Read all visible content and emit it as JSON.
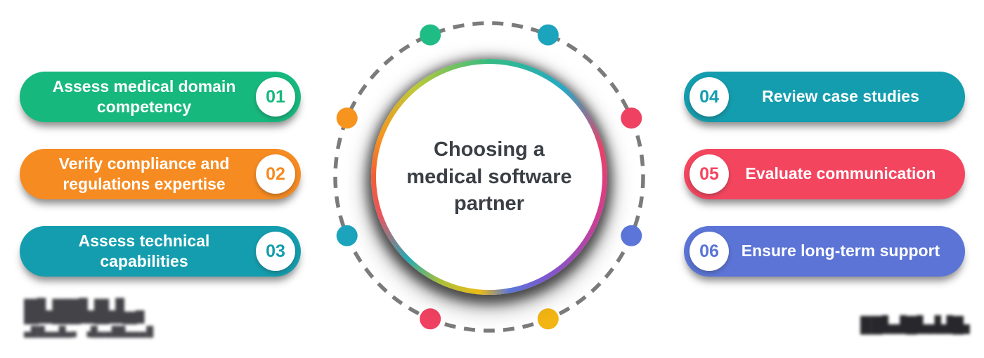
{
  "center": {
    "title_lines": [
      "Choosing a",
      "medical software",
      "partner"
    ],
    "ring_gradient_css": "conic-gradient(from 0deg, #35bc83 0deg, #27a8c6 40deg, #ea4168 75deg, #cf3d92 110deg, #7e57cf 150deg, #5b76d8 170deg, #ecbc17 185deg, #a9bf3a 205deg, #28a9b4 225deg, #e85560 250deg, #f05f35 270deg, #f7941e 290deg, #bec937 320deg, #35bc83 360deg)",
    "dashed_ring_color": "#7b7b7b",
    "dots": [
      {
        "name": "dot-top-left",
        "color": "#1fbd85"
      },
      {
        "name": "dot-top-right",
        "color": "#1ba4bc"
      },
      {
        "name": "dot-right-upper",
        "color": "#ef4161"
      },
      {
        "name": "dot-right-lower",
        "color": "#5b76d8"
      },
      {
        "name": "dot-bottom-right",
        "color": "#f2b513"
      },
      {
        "name": "dot-bottom-left",
        "color": "#ef4161"
      },
      {
        "name": "dot-left-lower",
        "color": "#1ba4bc"
      },
      {
        "name": "dot-left-upper",
        "color": "#f7941e"
      }
    ]
  },
  "steps": [
    {
      "number": "01",
      "label": "Assess medical domain competency",
      "color": "#17b87e"
    },
    {
      "number": "02",
      "label": "Verify compliance and regulations expertise",
      "color": "#f68b22"
    },
    {
      "number": "03",
      "label": "Assess technical capabilities",
      "color": "#149dae"
    },
    {
      "number": "04",
      "label": "Review case studies",
      "color": "#149dae"
    },
    {
      "number": "05",
      "label": "Evaluate communication",
      "color": "#f4455f"
    },
    {
      "number": "06",
      "label": "Ensure long-term support",
      "color": "#5b74d6"
    }
  ],
  "footer": {
    "brand_logo_blurred_line1": "█▙██▙█▟▄▖",
    "brand_logo_blurred_line2": "▄██▄▄█▄▖ ▗█▄▄██▄▄▄█",
    "right_mark_blurred": "██▙▟█▙▟▟█▖"
  }
}
